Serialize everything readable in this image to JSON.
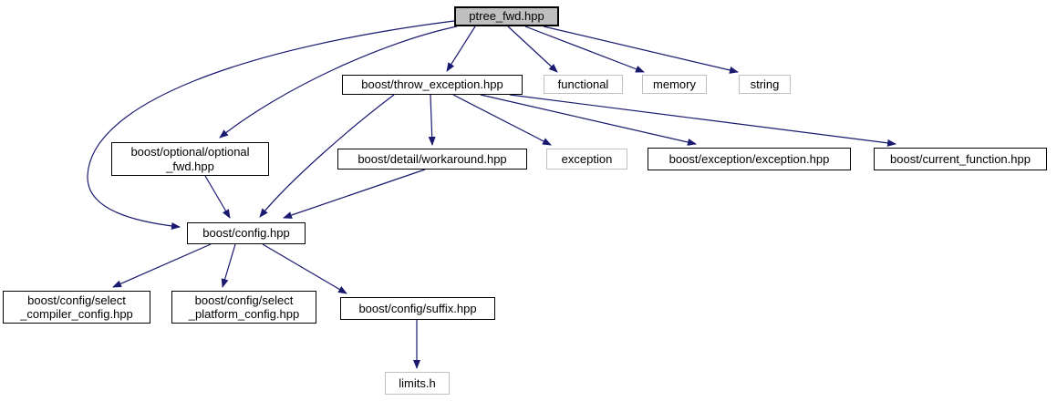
{
  "graph": {
    "type": "include-dependency-graph",
    "root_file": "ptree_fwd.hpp",
    "colors": {
      "edge": "#191970",
      "root_fill": "#bfbfbf",
      "node_fill": "#ffffff",
      "internal_border": "#000000",
      "system_border": "#c0c0c0",
      "text": "#000000",
      "background": "#ffffff"
    },
    "nodes": [
      {
        "id": "ptree-fwd",
        "label": "ptree_fwd.hpp",
        "type": "root"
      },
      {
        "id": "throw-exception",
        "label": "boost/throw_exception.hpp",
        "type": "internal"
      },
      {
        "id": "functional",
        "label": "functional",
        "type": "system"
      },
      {
        "id": "memory",
        "label": "memory",
        "type": "system"
      },
      {
        "id": "string",
        "label": "string",
        "type": "system"
      },
      {
        "id": "optional-fwd",
        "label": "boost/optional/optional\n_fwd.hpp",
        "type": "internal"
      },
      {
        "id": "workaround",
        "label": "boost/detail/workaround.hpp",
        "type": "internal"
      },
      {
        "id": "exception",
        "label": "exception",
        "type": "system"
      },
      {
        "id": "exception-hpp",
        "label": "boost/exception/exception.hpp",
        "type": "internal"
      },
      {
        "id": "current-function",
        "label": "boost/current_function.hpp",
        "type": "internal"
      },
      {
        "id": "config",
        "label": "boost/config.hpp",
        "type": "internal"
      },
      {
        "id": "select-compiler",
        "label": "boost/config/select\n_compiler_config.hpp",
        "type": "internal"
      },
      {
        "id": "select-platform",
        "label": "boost/config/select\n_platform_config.hpp",
        "type": "internal"
      },
      {
        "id": "suffix",
        "label": "boost/config/suffix.hpp",
        "type": "internal"
      },
      {
        "id": "limits",
        "label": "limits.h",
        "type": "system"
      }
    ],
    "edges": [
      {
        "from": "ptree_fwd.hpp",
        "to": "boost/throw_exception.hpp"
      },
      {
        "from": "ptree_fwd.hpp",
        "to": "functional"
      },
      {
        "from": "ptree_fwd.hpp",
        "to": "memory"
      },
      {
        "from": "ptree_fwd.hpp",
        "to": "string"
      },
      {
        "from": "ptree_fwd.hpp",
        "to": "boost/optional/optional_fwd.hpp"
      },
      {
        "from": "ptree_fwd.hpp",
        "to": "boost/config.hpp"
      },
      {
        "from": "boost/throw_exception.hpp",
        "to": "boost/config.hpp"
      },
      {
        "from": "boost/throw_exception.hpp",
        "to": "boost/detail/workaround.hpp"
      },
      {
        "from": "boost/throw_exception.hpp",
        "to": "exception"
      },
      {
        "from": "boost/throw_exception.hpp",
        "to": "boost/exception/exception.hpp"
      },
      {
        "from": "boost/throw_exception.hpp",
        "to": "boost/current_function.hpp"
      },
      {
        "from": "boost/optional/optional_fwd.hpp",
        "to": "boost/config.hpp"
      },
      {
        "from": "boost/detail/workaround.hpp",
        "to": "boost/config.hpp"
      },
      {
        "from": "boost/config.hpp",
        "to": "boost/config/select_compiler_config.hpp"
      },
      {
        "from": "boost/config.hpp",
        "to": "boost/config/select_platform_config.hpp"
      },
      {
        "from": "boost/config.hpp",
        "to": "boost/config/suffix.hpp"
      },
      {
        "from": "boost/config/suffix.hpp",
        "to": "limits.h"
      }
    ]
  }
}
